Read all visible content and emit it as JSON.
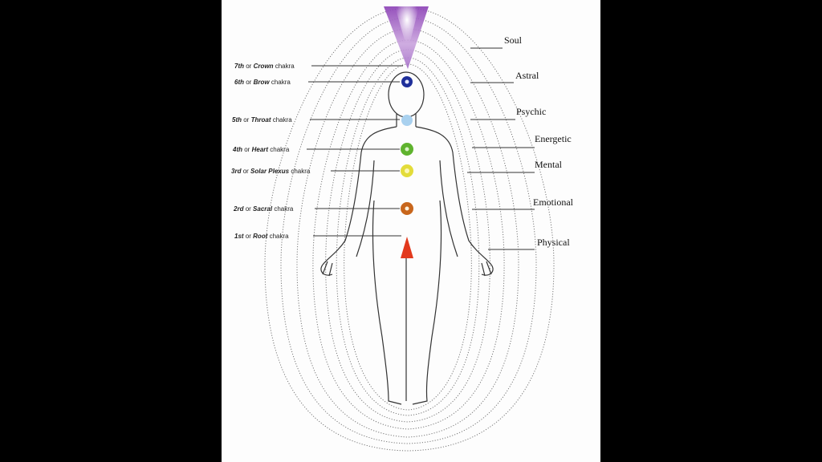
{
  "title": "Chakras and Aura Layers",
  "chakras": [
    {
      "ordinal": "7th",
      "name": "Crown",
      "suffix": "chakra",
      "color": "#8b5fb8"
    },
    {
      "ordinal": "6th",
      "name": "Brow",
      "suffix": "chakra",
      "color": "#1f2f9a"
    },
    {
      "ordinal": "5th",
      "name": "Throat",
      "suffix": "chakra",
      "color": "#a9d1ef"
    },
    {
      "ordinal": "4th",
      "name": "Heart",
      "suffix": "chakra",
      "color": "#5fb32e"
    },
    {
      "ordinal": "3rd",
      "name": "Solar Plexus",
      "suffix": "chakra",
      "color": "#e3dc3a"
    },
    {
      "ordinal": "2rd",
      "name": "Sacral",
      "suffix": "chakra",
      "color": "#c8661c"
    },
    {
      "ordinal": "1st",
      "name": "Root",
      "suffix": "chakra",
      "color": "#e2391d"
    }
  ],
  "connector": "or",
  "layers": [
    "Soul",
    "Astral",
    "Psychic",
    "Energetic",
    "Mental",
    "Emotional",
    "Physical"
  ]
}
